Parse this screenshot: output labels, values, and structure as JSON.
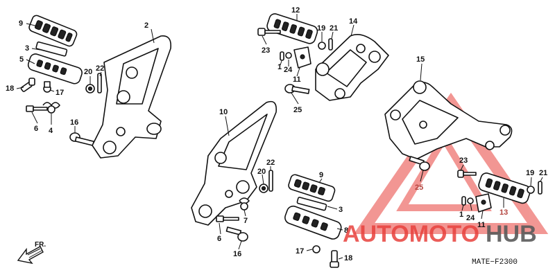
{
  "diagram": {
    "code": "MATE−F2300",
    "front_label": "FR.",
    "callouts": [
      {
        "id": "left-9",
        "text": "9"
      },
      {
        "id": "left-2",
        "text": "2"
      },
      {
        "id": "left-3",
        "text": "3"
      },
      {
        "id": "left-5",
        "text": "5"
      },
      {
        "id": "left-20",
        "text": "20"
      },
      {
        "id": "left-22",
        "text": "22"
      },
      {
        "id": "left-18",
        "text": "18"
      },
      {
        "id": "left-17",
        "text": "17"
      },
      {
        "id": "left-6",
        "text": "6"
      },
      {
        "id": "left-4",
        "text": "4"
      },
      {
        "id": "left-16",
        "text": "16"
      },
      {
        "id": "top-12",
        "text": "12"
      },
      {
        "id": "top-19",
        "text": "19"
      },
      {
        "id": "top-21",
        "text": "21"
      },
      {
        "id": "top-14",
        "text": "14"
      },
      {
        "id": "top-23",
        "text": "23"
      },
      {
        "id": "top-1",
        "text": "1"
      },
      {
        "id": "top-24",
        "text": "24"
      },
      {
        "id": "top-11",
        "text": "11"
      },
      {
        "id": "top-25",
        "text": "25"
      },
      {
        "id": "mid-10",
        "text": "10"
      },
      {
        "id": "mid-20",
        "text": "20"
      },
      {
        "id": "mid-22",
        "text": "22"
      },
      {
        "id": "mid-7",
        "text": "7"
      },
      {
        "id": "mid-6",
        "text": "6"
      },
      {
        "id": "mid-16",
        "text": "16"
      },
      {
        "id": "mid-9",
        "text": "9"
      },
      {
        "id": "mid-3",
        "text": "3"
      },
      {
        "id": "mid-8",
        "text": "8"
      },
      {
        "id": "mid-17",
        "text": "17"
      },
      {
        "id": "mid-18",
        "text": "18"
      },
      {
        "id": "right-15",
        "text": "15"
      },
      {
        "id": "right-23",
        "text": "23"
      },
      {
        "id": "right-25",
        "text": "25"
      },
      {
        "id": "right-19",
        "text": "19"
      },
      {
        "id": "right-21",
        "text": "21"
      },
      {
        "id": "right-1",
        "text": "1"
      },
      {
        "id": "right-24",
        "text": "24"
      },
      {
        "id": "right-11",
        "text": "11"
      },
      {
        "id": "right-13",
        "text": "13"
      }
    ]
  },
  "watermark": {
    "part1": "AUTOMOTO",
    "part2": "HUB",
    "color_primary": "#e8413c",
    "color_secondary": "#5a5a5a"
  }
}
